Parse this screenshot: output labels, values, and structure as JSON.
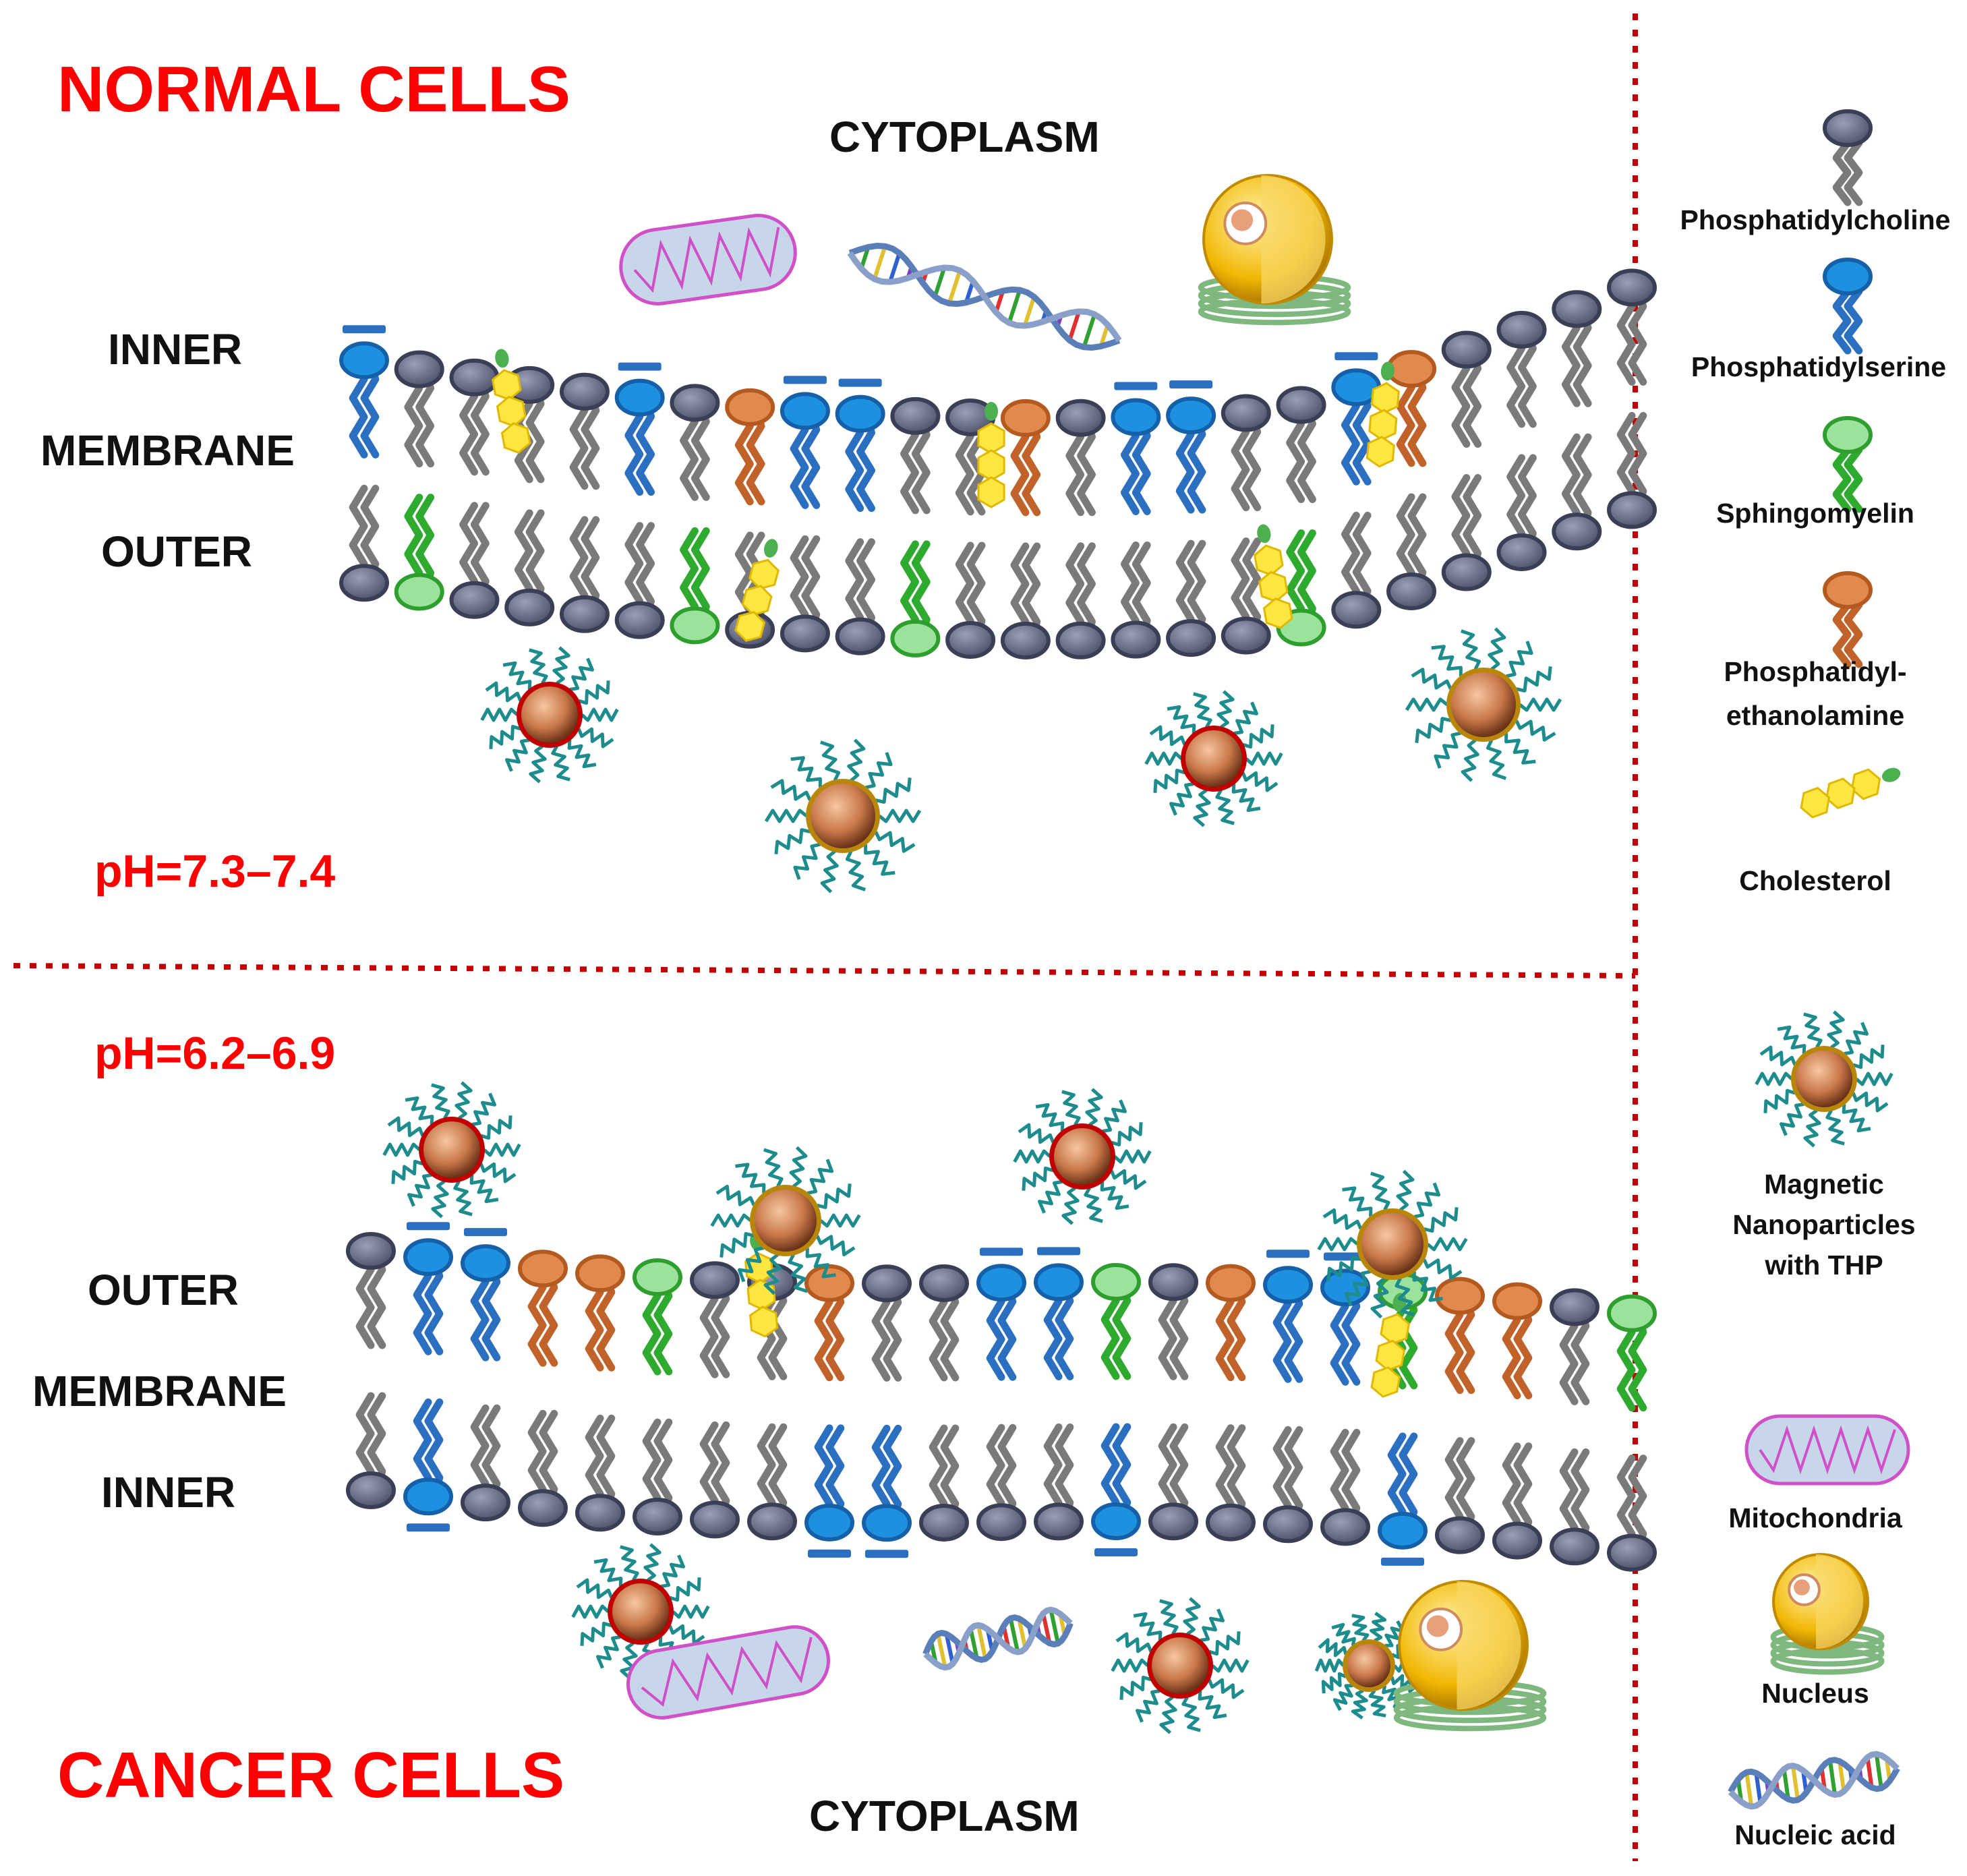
{
  "sections": {
    "normal": {
      "title": "NORMAL CELLS",
      "region_label": "CYTOPLASM",
      "ph": "pH=7.3–7.4",
      "membrane_labels": [
        "INNER",
        "MEMBRANE",
        "OUTER"
      ]
    },
    "cancer": {
      "title": "CANCER CELLS",
      "region_label": "CYTOPLASM",
      "ph": "pH=6.2–6.9",
      "membrane_labels": [
        "OUTER",
        "MEMBRANE",
        "INNER"
      ]
    }
  },
  "legend": {
    "phosphatidylcholine": "Phosphatidylcholine",
    "phosphatidylserine": "Phosphatidylserine",
    "sphingomyelin": "Sphingomyelin",
    "phosphatidylethanolamine": [
      "Phosphatidyl-",
      "ethanolamine"
    ],
    "cholesterol": "Cholesterol",
    "nanoparticles": [
      "Magnetic",
      "Nanoparticles",
      "with THP"
    ],
    "mitochondria": "Mitochondria",
    "nucleus": "Nucleus",
    "nucleic_acid": "Nucleic acid"
  },
  "colors": {
    "title": "#ff0000",
    "divider": "#c00000",
    "phosphatidylcholine": "#5a6078",
    "phosphatidylserine": "#1e90e0",
    "sphingomyelin": "#66c066",
    "phosphatidylethanolamine": "#e08a50",
    "cholesterol": "#ffe640",
    "nanoparticle_core": "#c9784a",
    "nanoparticle_shell_red": "#c00000",
    "nanoparticle_shell_gold": "#b8860b",
    "mitochondria": "#c8d6ea",
    "nucleus": "#f2b705"
  }
}
